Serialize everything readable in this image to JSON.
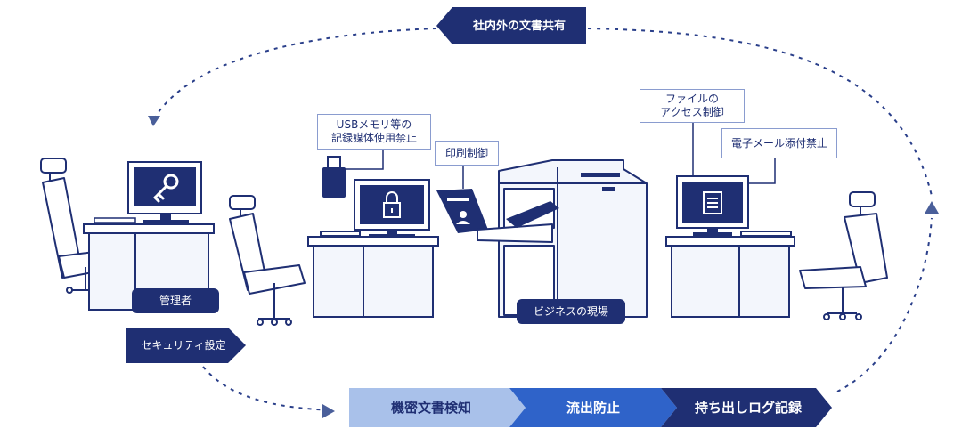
{
  "cycle": {
    "top_label": "社内外の文書共有"
  },
  "zones": {
    "admin": "管理者",
    "security": "セキュリティ設定",
    "business": "ビジネスの現場"
  },
  "callouts": {
    "usb_line1": "USBメモリ等の",
    "usb_line2": "記録媒体使用禁止",
    "print": "印刷制御",
    "file_line1": "ファイルの",
    "file_line2": "アクセス制御",
    "email": "電子メール添付禁止"
  },
  "steps": [
    {
      "label": "機密文書検知",
      "color": "#a9c1ea",
      "text_color": "#1f2f73"
    },
    {
      "label": "流出防止",
      "color": "#2f63c9",
      "text_color": "#ffffff"
    },
    {
      "label": "持ち出しログ記録",
      "color": "#1f2f73",
      "text_color": "#ffffff"
    }
  ],
  "icons": {
    "admin_monitor": "key-icon",
    "center_monitor": "padlock-icon",
    "right_monitor": "document-icon",
    "usb": "usb-drive-icon"
  },
  "colors": {
    "navy": "#1f2f73",
    "line": "#1f2f73",
    "dash": "#2a3f8a",
    "light_fill": "#f3f6fc"
  }
}
